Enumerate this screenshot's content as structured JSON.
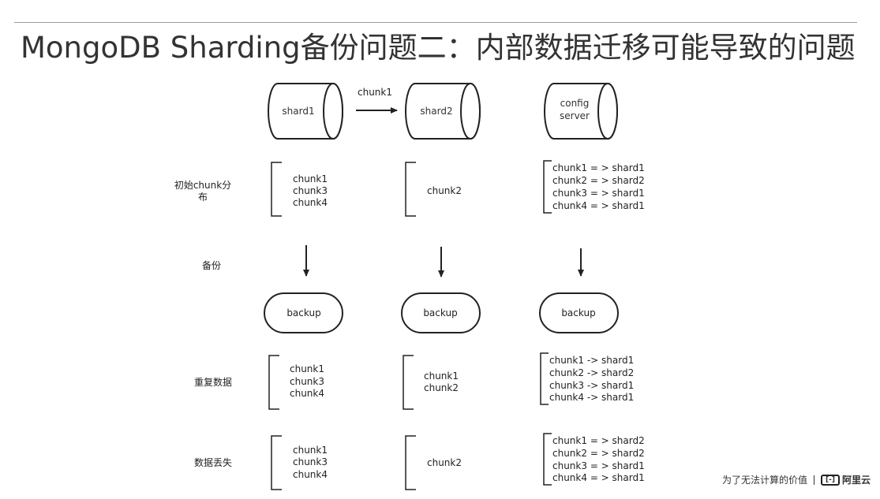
{
  "title": "MongoDB Sharding备份问题二：内部数据迁移可能导致的问题",
  "nodes": {
    "shard1": "shard1",
    "shard2": "shard2",
    "config": [
      "config",
      "server"
    ],
    "migrate_label": "chunk1"
  },
  "row_labels": {
    "initial": [
      "初始chunk分",
      "布"
    ],
    "backup": "备份",
    "duplicate": "重复数据",
    "loss": "数据丢失"
  },
  "backup_label": "backup",
  "initial": {
    "shard1": [
      "chunk1",
      "chunk3",
      "chunk4"
    ],
    "shard2": [
      "chunk2"
    ],
    "config": [
      "chunk1 = > shard1",
      "chunk2 = > shard2",
      "chunk3 = > shard1",
      "chunk4 = > shard1"
    ]
  },
  "duplicate": {
    "shard1": [
      "chunk1",
      "chunk3",
      "chunk4"
    ],
    "shard2": [
      "chunk1",
      "chunk2"
    ],
    "config": [
      "chunk1 -> shard1",
      "chunk2 -> shard2",
      "chunk3 -> shard1",
      "chunk4 -> shard1"
    ]
  },
  "loss": {
    "shard1": [
      "chunk1",
      "chunk3",
      "chunk4"
    ],
    "shard2": [
      "chunk2"
    ],
    "config": [
      "chunk1 = > shard2",
      "chunk2 = > shard2",
      "chunk3 = > shard1",
      "chunk4 = > shard1"
    ]
  },
  "footer": {
    "slogan": "为了无法计算的价值",
    "logo_mark": "[-]",
    "logo_text": "阿里云"
  }
}
